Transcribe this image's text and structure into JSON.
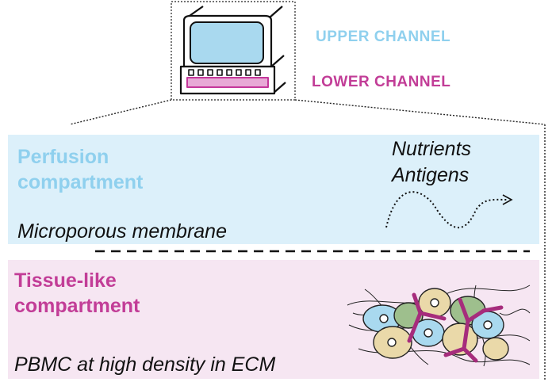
{
  "chip": {
    "upper_label": "UPPER CHANNEL",
    "lower_label": "LOWER CHANNEL"
  },
  "perfusion": {
    "title_line1": "Perfusion",
    "title_line2": "compartment",
    "membrane_label": "Microporous membrane",
    "flow_line1": "Nutrients",
    "flow_line2": "Antigens"
  },
  "tissue": {
    "title_line1": "Tissue-like",
    "title_line2": "compartment",
    "description": "PBMC at high density in ECM"
  },
  "colors": {
    "upper_channel": "#a9d9ef",
    "lower_channel": "#c5379b",
    "perfusion_bg": "#dcf0fa",
    "tissue_bg": "#f6e6f2",
    "upper_text": "#8fd0ee",
    "lower_text": "#c23d97"
  },
  "icons": [
    "organ-chip-device-icon",
    "wavy-flow-arrow-icon",
    "cell-cluster-icon"
  ]
}
